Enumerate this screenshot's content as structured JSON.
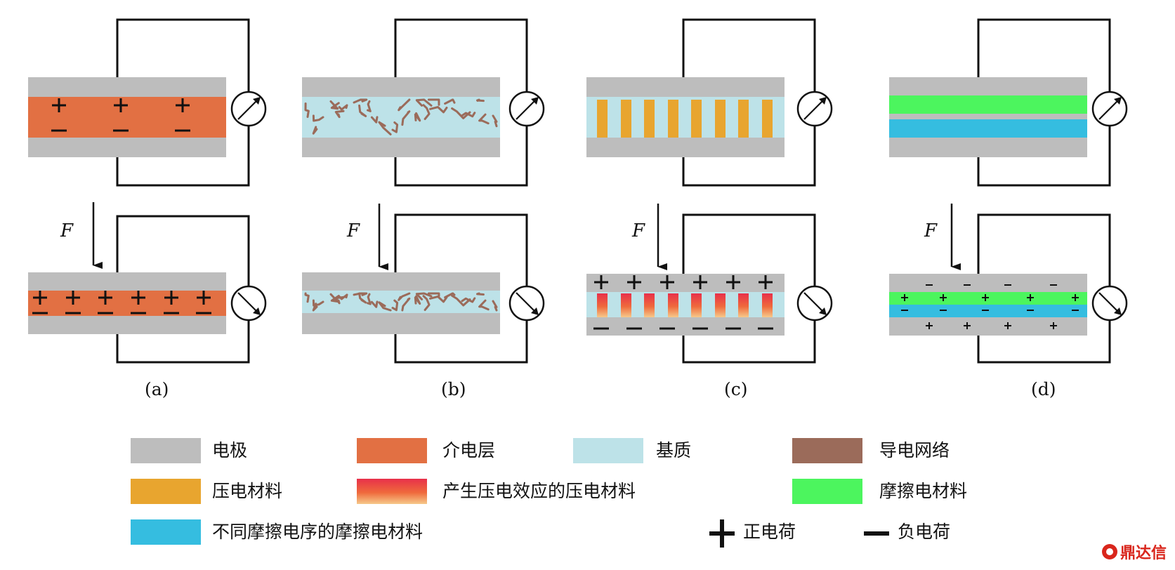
{
  "panels": [
    {
      "label": "(a)",
      "force": "F"
    },
    {
      "label": "(b)",
      "force": "F"
    },
    {
      "label": "(c)",
      "force": "F"
    },
    {
      "label": "(d)",
      "force": "F"
    }
  ],
  "legend": {
    "electrode": "电极",
    "dielectric": "介电层",
    "matrix": "基质",
    "network": "导电网络",
    "piezo": "压电材料",
    "piezo_active": "产生压电效应的压电材料",
    "tribo": "摩擦电材料",
    "tribo_diff": "不同摩擦电序的摩擦电材料",
    "positive": "正电荷",
    "negative": "负电荷"
  },
  "colors": {
    "electrode": "#bdbdbd",
    "dielectric": "#e27043",
    "matrix": "#bde2e8",
    "network": "#9b6b5a",
    "piezo": "#e8a52f",
    "tribo": "#4cf55e",
    "tribo_diff": "#35bde0"
  },
  "watermark": "鼎达信"
}
